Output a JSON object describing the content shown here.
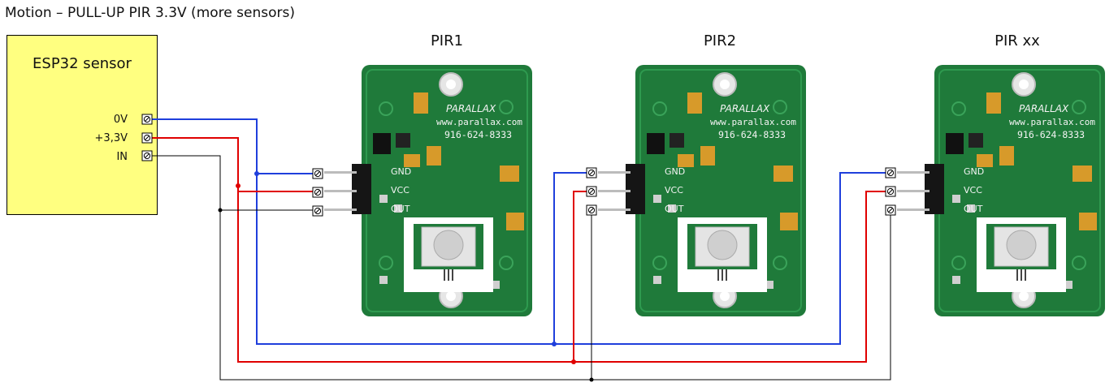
{
  "title": "Motion – PULL-UP PIR 3.3V (more sensors)",
  "esp": {
    "name": "ESP32 sensor",
    "pins": [
      "0V",
      "+3,3V",
      "IN"
    ]
  },
  "pirs": [
    {
      "label": "PIR1",
      "board_text": "PARALLAX",
      "url": "www.parallax.com",
      "phone": "916-624-8333",
      "header_pins": [
        "GND",
        "VCC",
        "OUT"
      ]
    },
    {
      "label": "PIR2",
      "board_text": "PARALLAX",
      "url": "www.parallax.com",
      "phone": "916-624-8333",
      "header_pins": [
        "GND",
        "VCC",
        "OUT"
      ]
    },
    {
      "label": "PIR xx",
      "board_text": "PARALLAX",
      "url": "www.parallax.com",
      "phone": "916-624-8333",
      "header_pins": [
        "GND",
        "VCC",
        "OUT"
      ]
    }
  ],
  "colors": {
    "gnd_wire": "#1f3fdc",
    "vcc_wire": "#e00000",
    "signal_wire": "#000000",
    "esp_fill": "#ffff80",
    "board": "#1f7a3a"
  }
}
